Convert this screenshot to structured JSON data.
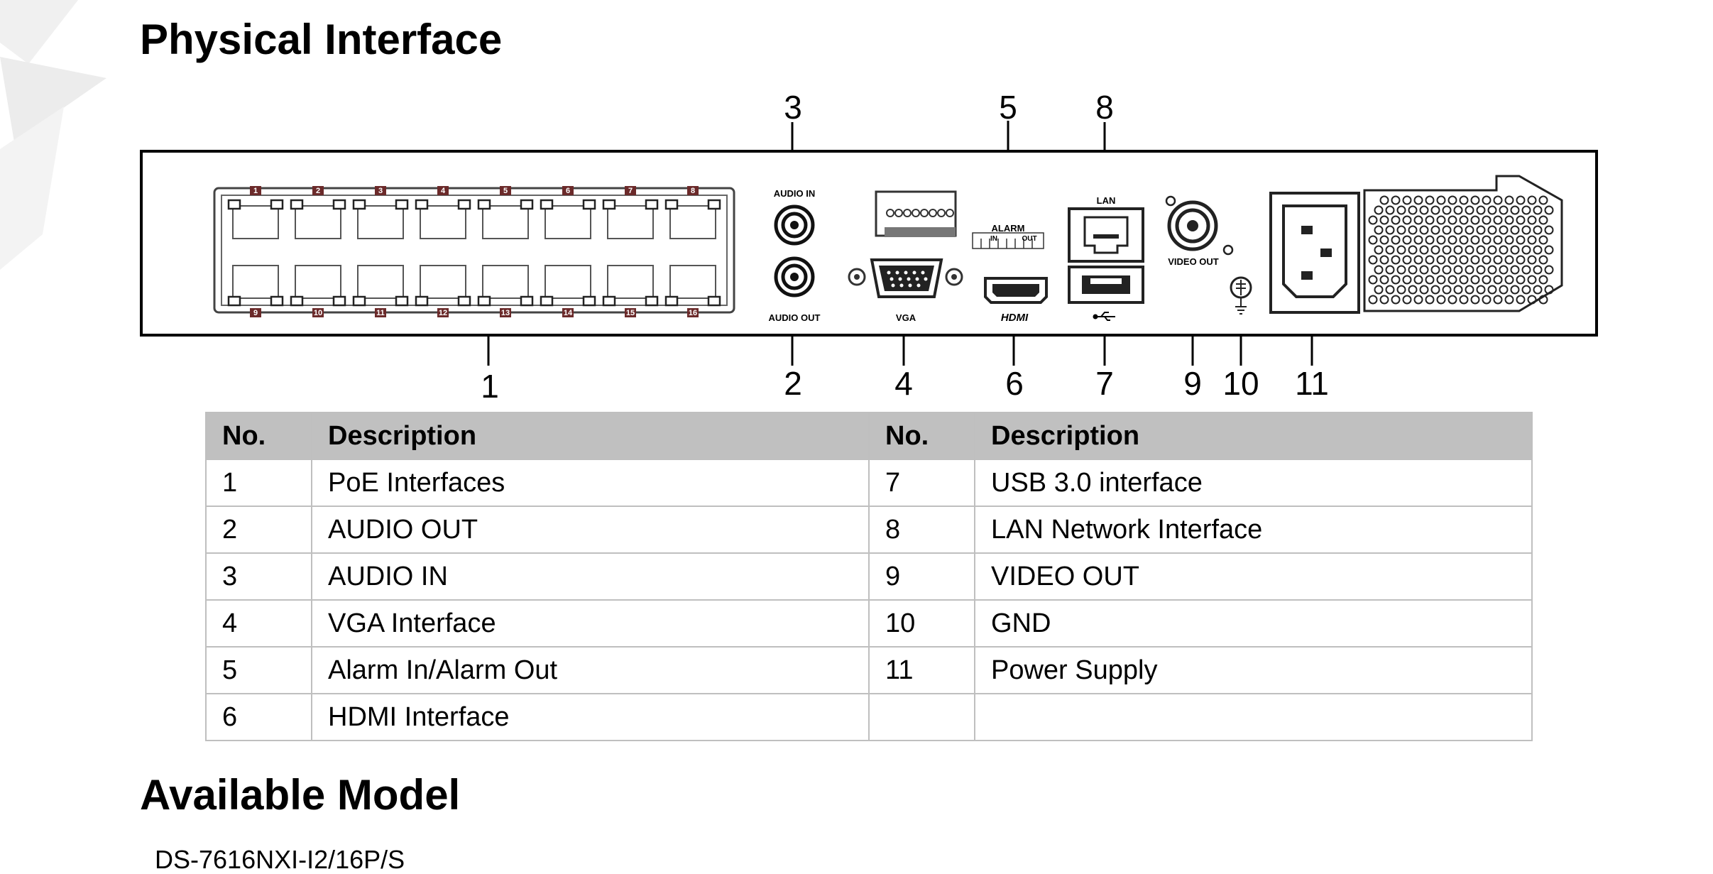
{
  "titles": {
    "physical_interface": "Physical Interface",
    "available_model": "Available Model"
  },
  "diagram": {
    "callouts": [
      "1",
      "2",
      "3",
      "4",
      "5",
      "6",
      "7",
      "8",
      "9",
      "10",
      "11"
    ],
    "panel_labels": {
      "audio_in": "AUDIO IN",
      "audio_out": "AUDIO OUT",
      "vga": "VGA",
      "alarm": "ALARM",
      "alarm_in": "IN",
      "alarm_out": "OUT",
      "hdmi": "HDMI",
      "lan": "LAN",
      "video_out": "VIDEO OUT"
    },
    "poe_top_numbers": [
      "1",
      "2",
      "3",
      "4",
      "5",
      "6",
      "7",
      "8"
    ],
    "poe_bottom_numbers": [
      "9",
      "10",
      "11",
      "12",
      "13",
      "14",
      "15",
      "16"
    ]
  },
  "table": {
    "headers": [
      "No.",
      "Description",
      "No.",
      "Description"
    ],
    "rows": [
      [
        "1",
        "PoE Interfaces",
        "7",
        "USB 3.0 interface"
      ],
      [
        "2",
        "AUDIO OUT",
        "8",
        "LAN Network Interface"
      ],
      [
        "3",
        "AUDIO IN",
        "9",
        "VIDEO OUT"
      ],
      [
        "4",
        "VGA Interface",
        "10",
        "GND"
      ],
      [
        "5",
        "Alarm In/Alarm Out",
        "11",
        "Power Supply"
      ],
      [
        "6",
        "HDMI Interface",
        "",
        ""
      ]
    ]
  },
  "models": [
    "DS-7616NXI-I2/16P/S"
  ]
}
